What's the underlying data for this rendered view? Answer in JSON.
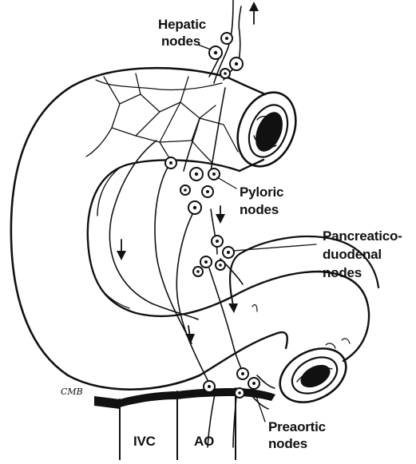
{
  "labels": {
    "hepatic": [
      "Hepatic",
      "nodes"
    ],
    "pyloric": [
      "Pyloric",
      "nodes"
    ],
    "pancreaticoduodenal": [
      "Pancreatico-",
      "duodenal",
      "nodes"
    ],
    "preaortic": [
      "Preaortic",
      "nodes"
    ],
    "ivc": "IVC",
    "ao": "AO",
    "signature": "CMB"
  },
  "colors": {
    "ink": "#111111",
    "paper": "#ffffff"
  }
}
